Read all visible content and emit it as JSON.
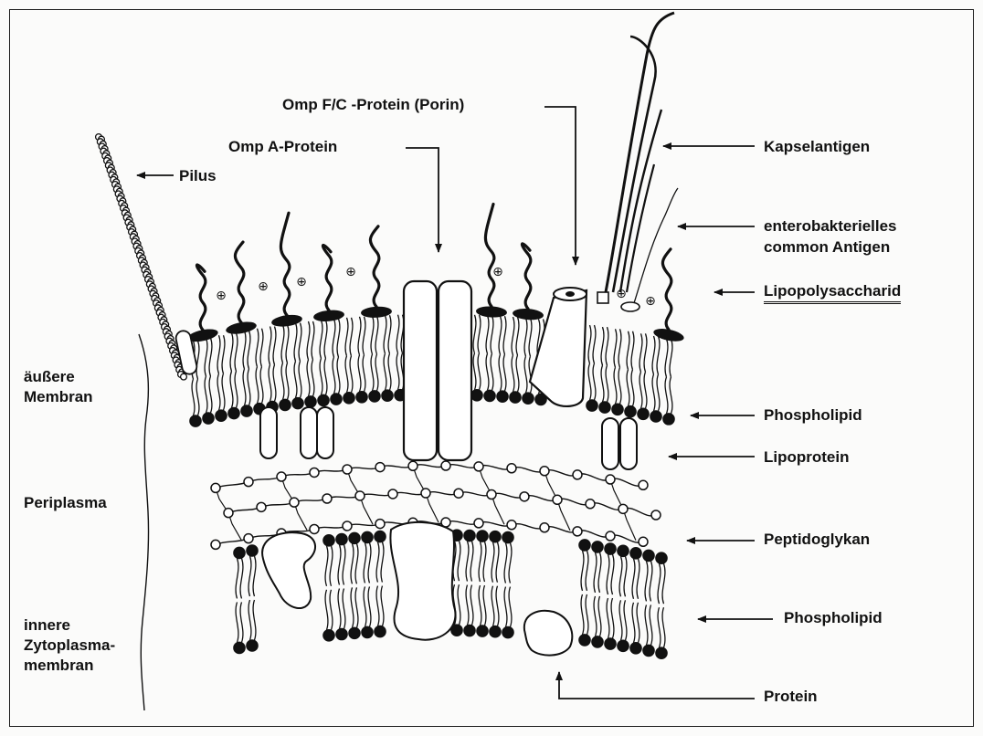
{
  "labels": {
    "pilus": "Pilus",
    "omp_a": "Omp A-Protein",
    "omp_fc": "Omp F/C -Protein (Porin)",
    "kapselantigen": "Kapselantigen",
    "eca_line1": "enterobakterielles",
    "eca_line2": "common Antigen",
    "lps": "Lipopolysaccharid",
    "phospholipid_outer": "Phospholipid",
    "lipoprotein": "Lipoprotein",
    "peptidoglykan": "Peptidoglykan",
    "phospholipid_inner": "Phospholipid",
    "protein": "Protein"
  },
  "regions": {
    "outer_line1": "äußere",
    "outer_line2": "Membran",
    "periplasma": "Periplasma",
    "inner_line1": "innere",
    "inner_line2": "Zytoplasma-",
    "inner_line3": "membran"
  },
  "charge_symbol": "⊕"
}
